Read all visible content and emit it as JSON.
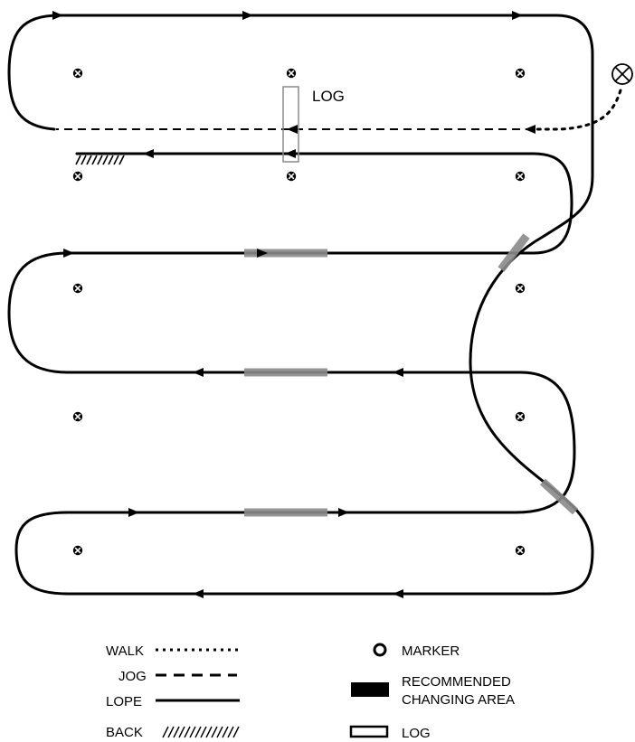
{
  "pattern": {
    "log_label": "LOG",
    "colors": {
      "line": "#000000",
      "changing_area": "#8a8a8a",
      "log_outline": "#8a8a8a"
    }
  },
  "legend": {
    "walk": "WALK",
    "jog": "JOG",
    "lope": "LOPE",
    "back": "BACK",
    "marker": "MARKER",
    "changing_area_line1": "RECOMMENDED",
    "changing_area_line2": "CHANGING AREA",
    "log": "LOG"
  }
}
